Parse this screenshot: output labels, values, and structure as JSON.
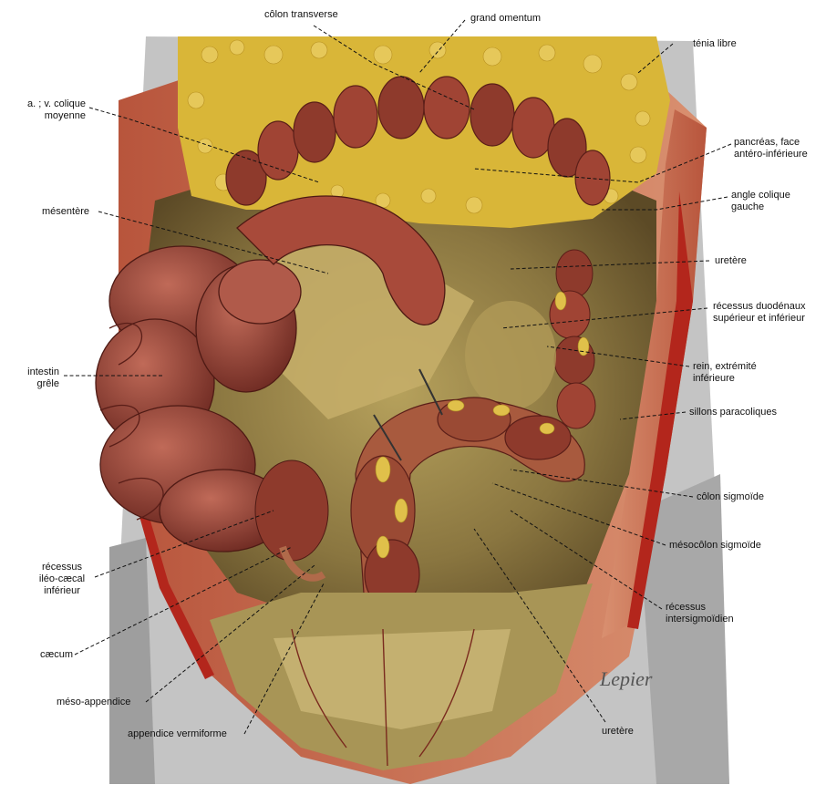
{
  "labels": {
    "colon_transverse": "côlon transverse",
    "grand_omentum": "grand omentum",
    "tenia_libre": "ténia libre",
    "artere_colique": [
      "a. ; v. colique",
      "moyenne"
    ],
    "pancreas": [
      "pancréas, face",
      "antéro-inférieure"
    ],
    "angle_colique": [
      "angle colique",
      "gauche"
    ],
    "mesentere": "mésentère",
    "uretere_top": "uretère",
    "recessus_duodenaux": [
      "récessus duodénaux",
      "supérieur et inférieur"
    ],
    "intestin_grele": [
      "intestin",
      "grêle"
    ],
    "rein": [
      "rein, extrémité",
      "inférieure"
    ],
    "sillons_paracoliques": "sillons paracoliques",
    "colon_sigmoide": "côlon sigmoïde",
    "mesocolon_sigmoide": "mésocôlon sigmoïde",
    "recessus_ileo": [
      "récessus",
      "iléo-cæcal",
      "inférieur"
    ],
    "recessus_intersigmoidien": [
      "récessus",
      "intersigmoïdien"
    ],
    "caecum": "cæcum",
    "meso_appendice": "méso-appendice",
    "appendice": "appendice vermiforme",
    "uretere_bottom": "uretère"
  },
  "signature": "Lepier",
  "colors": {
    "muscle": "#c8704e",
    "bowel": "#8e3a2c",
    "fat": "#d9b638",
    "peritoneum": "#9a8a4c",
    "skin": "#b8b8b8"
  }
}
